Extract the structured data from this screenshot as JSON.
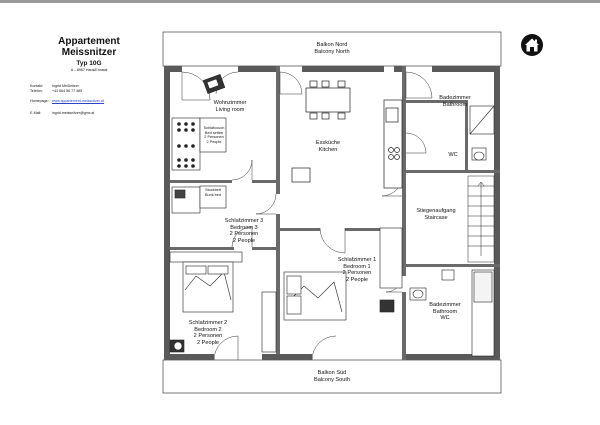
{
  "info": {
    "title": "Appartement Meissnitzer",
    "type": "Typ 10G",
    "address": "A – 8967 Haus/Ennstal",
    "contact": {
      "label": "Kontakt:",
      "value": "Ingrid Meißnitzer"
    },
    "phone": {
      "label": "Telefon:",
      "value": "+43 664 56 77 485"
    },
    "homepage": {
      "label": "Homepage:",
      "value": "www.appartement-meissnitzer.at"
    },
    "email": {
      "label": "E-Mail:",
      "value": "ingrid.meissnitzer@gmx.at"
    }
  },
  "rooms": {
    "balcony_north": [
      "Balkon Nord",
      "Balcony North"
    ],
    "living": [
      "Wohnzimmer",
      "Living room"
    ],
    "kitchen": [
      "Essküche",
      "Kitchen"
    ],
    "bath_top": [
      "Badezimmer",
      "Bathroom"
    ],
    "wc_top": "WC",
    "sofa_note": [
      "Schlafcouch",
      "Bed settee",
      "2 Personen",
      "2 People"
    ],
    "bunk": [
      "Stockbett",
      "Bunk bed"
    ],
    "bed3": [
      "Schlafzimmer 3",
      "Bedroom 3",
      "2 Personen",
      "2 People"
    ],
    "stairs": [
      "Stiegenaufgang",
      "Staircase"
    ],
    "bed1": [
      "Schlafzimmer 1",
      "Bedroom 1",
      "2 Personen",
      "2 People"
    ],
    "bath_bottom": [
      "Badezimmer",
      "Bathroom",
      "WC"
    ],
    "bed2": [
      "Schlafzimmer 2",
      "Bedroom 2",
      "2 Personen",
      "2 People"
    ],
    "balcony_south": [
      "Balkon Süd",
      "Balcony South"
    ]
  },
  "icons": {
    "home": "home-icon"
  },
  "colors": {
    "wall": "#5a5a5a",
    "line": "#222222",
    "link": "#2a45c8"
  }
}
